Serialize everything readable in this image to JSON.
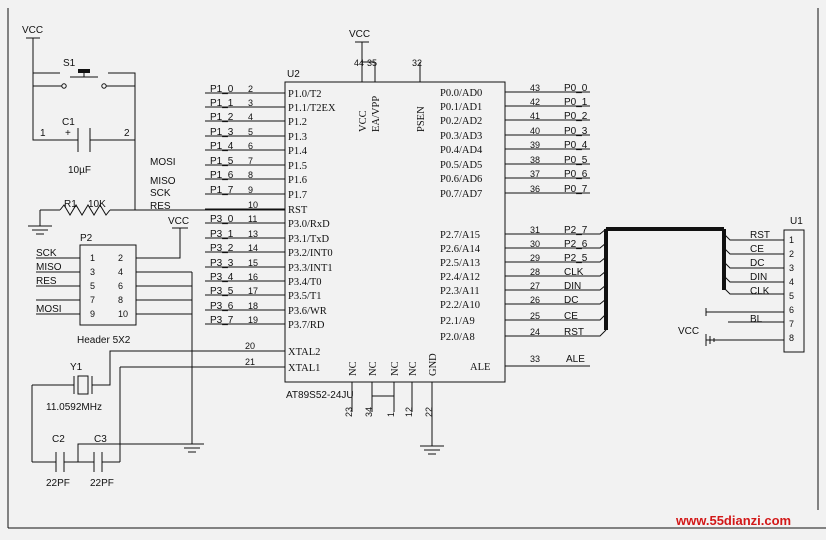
{
  "power": {
    "vcc": "VCC"
  },
  "switch": {
    "ref": "S1"
  },
  "cap_c1": {
    "ref": "C1",
    "value": "10µF",
    "pin1": "1",
    "pin2": "2",
    "plus": "+"
  },
  "resistor": {
    "ref": "R1",
    "value": "10K"
  },
  "header": {
    "ref": "P2",
    "name": "Header 5X2",
    "left_nums": [
      "1",
      "3",
      "5",
      "7",
      "9"
    ],
    "right_nums": [
      "2",
      "4",
      "6",
      "8",
      "10"
    ],
    "signals": [
      "SCK",
      "MISO",
      "RES",
      "",
      "MOSI"
    ]
  },
  "crystal": {
    "ref": "Y1",
    "freq": "11.0592MHz"
  },
  "caps": [
    {
      "ref": "C2",
      "value": "22PF"
    },
    {
      "ref": "C3",
      "value": "22PF"
    }
  ],
  "mcu": {
    "ref": "U2",
    "part": "AT89S52-24JU",
    "left_pins": [
      {
        "net": "P1_0",
        "num": "2",
        "name": "P1.0/T2"
      },
      {
        "net": "P1_1",
        "num": "3",
        "name": "P1.1/T2EX"
      },
      {
        "net": "P1_2",
        "num": "4",
        "name": "P1.2"
      },
      {
        "net": "P1_3",
        "num": "5",
        "name": "P1.3"
      },
      {
        "net": "P1_4",
        "num": "6",
        "name": "P1.4"
      },
      {
        "net": "P1_5",
        "num": "7",
        "name": "P1.5"
      },
      {
        "net": "P1_6",
        "num": "8",
        "name": "P1.6"
      },
      {
        "net": "P1_7",
        "num": "9",
        "name": "P1.7"
      },
      {
        "net": "",
        "num": "10",
        "name": "RST"
      },
      {
        "net": "P3_0",
        "num": "11",
        "name": "P3.0/RxD"
      },
      {
        "net": "P3_1",
        "num": "13",
        "name": "P3.1/TxD"
      },
      {
        "net": "P3_2",
        "num": "14",
        "name": "P3.2/INT0"
      },
      {
        "net": "P3_3",
        "num": "15",
        "name": "P3.3/INT1"
      },
      {
        "net": "P3_4",
        "num": "16",
        "name": "P3.4/T0"
      },
      {
        "net": "P3_5",
        "num": "17",
        "name": "P3.5/T1"
      },
      {
        "net": "P3_6",
        "num": "18",
        "name": "P3.6/WR"
      },
      {
        "net": "P3_7",
        "num": "19",
        "name": "P3.7/RD"
      }
    ],
    "left_net_extra": {
      "MOSI": "MOSI",
      "MISO": "MISO",
      "SCK": "SCK",
      "RES": "RES"
    },
    "right_pins": [
      {
        "net": "P0_0",
        "num": "43",
        "name": "P0.0/AD0"
      },
      {
        "net": "P0_1",
        "num": "42",
        "name": "P0.1/AD1"
      },
      {
        "net": "P0_2",
        "num": "41",
        "name": "P0.2/AD2"
      },
      {
        "net": "P0_3",
        "num": "40",
        "name": "P0.3/AD3"
      },
      {
        "net": "P0_4",
        "num": "39",
        "name": "P0.4/AD4"
      },
      {
        "net": "P0_5",
        "num": "38",
        "name": "P0.5/AD5"
      },
      {
        "net": "P0_6",
        "num": "37",
        "name": "P0.6/AD6"
      },
      {
        "net": "P0_7",
        "num": "36",
        "name": "P0.7/AD7"
      },
      {
        "net": "P2_7",
        "num": "31",
        "name": "P2.7/A15"
      },
      {
        "net": "P2_6",
        "num": "30",
        "name": "P2.6/A14"
      },
      {
        "net": "P2_5",
        "num": "29",
        "name": "P2.5/A13"
      },
      {
        "net": "CLK",
        "num": "28",
        "name": "P2.4/A12"
      },
      {
        "net": "DIN",
        "num": "27",
        "name": "P2.3/A11"
      },
      {
        "net": "DC",
        "num": "26",
        "name": "P2.2/A10"
      },
      {
        "net": "CE",
        "num": "25",
        "name": "P2.1/A9"
      },
      {
        "net": "RST",
        "num": "24",
        "name": "P2.0/A8"
      }
    ],
    "xtal": [
      {
        "num": "20",
        "name": "XTAL2"
      },
      {
        "num": "21",
        "name": "XTAL1"
      }
    ],
    "top_pins": [
      {
        "num": "44",
        "name": "VCC"
      },
      {
        "num": "35",
        "name": "EA/VPP"
      },
      {
        "num": "32",
        "name": "PSEN"
      }
    ],
    "bottom_pins": [
      {
        "num": "23",
        "name": "NC"
      },
      {
        "num": "34",
        "name": "NC"
      },
      {
        "num": "1",
        "name": "NC"
      },
      {
        "num": "12",
        "name": "NC"
      },
      {
        "num": "22",
        "name": "GND"
      }
    ],
    "ale": {
      "num": "33",
      "name": "ALE",
      "net": "ALE"
    }
  },
  "lcd": {
    "ref": "U1",
    "pins": [
      {
        "num": "1",
        "net": "RST"
      },
      {
        "num": "2",
        "net": "CE"
      },
      {
        "num": "3",
        "net": "DC"
      },
      {
        "num": "4",
        "net": "DIN"
      },
      {
        "num": "5",
        "net": "CLK"
      },
      {
        "num": "6",
        "net": ""
      },
      {
        "num": "7",
        "net": "BL"
      },
      {
        "num": "8",
        "net": ""
      }
    ]
  },
  "watermark": "www.55dianzi.com"
}
